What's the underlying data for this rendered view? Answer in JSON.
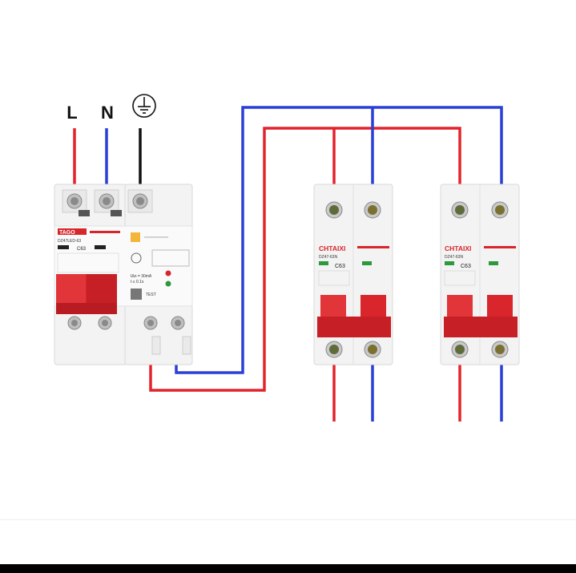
{
  "labels": {
    "line": "L",
    "neutral": "N"
  },
  "icons": {
    "earth": "ground-symbol-icon"
  },
  "colors": {
    "live": "#e3232b",
    "neutral": "#2a3fd6",
    "earth": "#111111",
    "breaker_red": "#d9262c",
    "body": "#f2f2f2"
  },
  "rcbo": {
    "brand": "TAGO",
    "model": "DZ47LED-63",
    "rating": "C63",
    "spec_line1": "IΔn = 30mA",
    "spec_line2": "t ≤ 0.1s",
    "test": "TEST"
  },
  "breakers": [
    {
      "brand": "CHTAIXI",
      "model": "DZ47-63N",
      "rating": "C63"
    },
    {
      "brand": "CHTAIXI",
      "model": "DZ47-63N",
      "rating": "C63"
    }
  ]
}
